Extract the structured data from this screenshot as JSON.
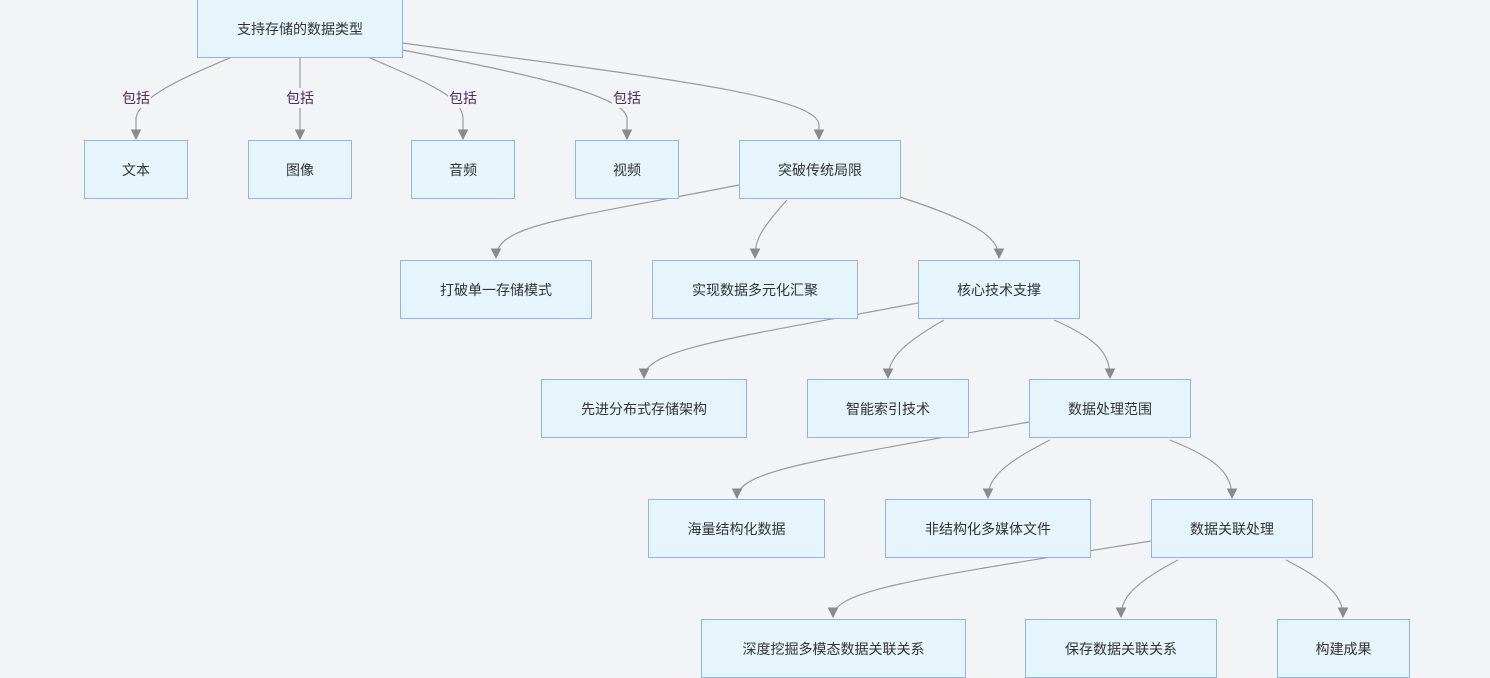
{
  "diagram": {
    "nodes": {
      "root": "支持存储的数据类型",
      "text": "文本",
      "image": "图像",
      "audio": "音频",
      "video": "视频",
      "breakthrough": "突破传统局限",
      "break_single": "打破单一存储模式",
      "multi_source": "实现数据多元化汇聚",
      "core_tech": "核心技术支撑",
      "distributed": "先进分布式存储架构",
      "smart_index": "智能索引技术",
      "scope": "数据处理范围",
      "massive": "海量结构化数据",
      "unstructured": "非结构化多媒体文件",
      "association": "数据关联处理",
      "deep_mining": "深度挖掘多模态数据关联关系",
      "save_relation": "保存数据关联关系",
      "result": "构建成果"
    },
    "edge_labels": {
      "root_text": "包括",
      "root_image": "包括",
      "root_audio": "包括",
      "root_video": "包括"
    }
  }
}
